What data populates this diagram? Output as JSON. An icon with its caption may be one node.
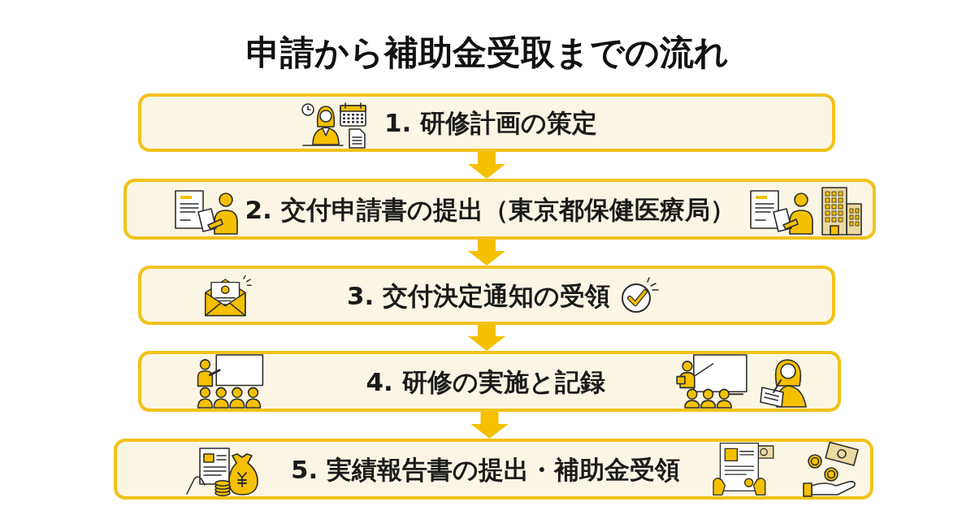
{
  "diagram": {
    "title": "申請から補助金受取までの流れ",
    "nodes": [
      {
        "text": [
          "1. 研修計画の策定"
        ]
      },
      {
        "text": [
          "2. 交付申請書の提出（東京都保健医療局）"
        ]
      },
      {
        "text": [
          "3. 交付決定通知の受領"
        ]
      },
      {
        "text": [
          "4. 研修の実施と記録"
        ]
      },
      {
        "text": [
          "5. 実績報告書の提出・補助金受領"
        ]
      }
    ],
    "edges": [
      {
        "from": 0,
        "to": 1,
        "arrow": "to"
      },
      {
        "from": 1,
        "to": 2,
        "arrow": "to"
      },
      {
        "from": 2,
        "to": 3,
        "arrow": "to"
      },
      {
        "from": 3,
        "to": 4,
        "arrow": "to"
      }
    ]
  }
}
